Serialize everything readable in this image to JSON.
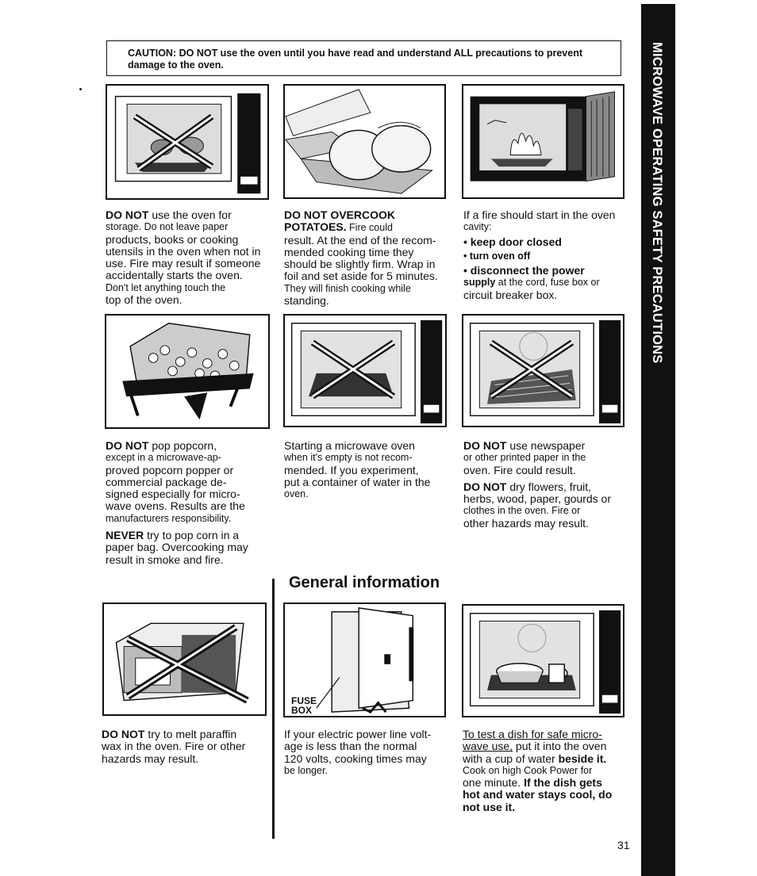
{
  "caution": {
    "label": "CAUTION:",
    "text": "DO NOT use the oven until you have read and understand ALL precautions to prevent damage to the oven."
  },
  "sidebar": {
    "title": "MICROWAVE OPERATING SAFETY PRECAUTIONS"
  },
  "figures": {
    "fig1": "storage-x",
    "fig2": "potatoes",
    "fig3": "fire-in-oven",
    "fig4": "popcorn-popper",
    "fig5": "empty-oven-x",
    "fig6": "newspaper-x",
    "fig7": "paraffin-x",
    "fig8": "fuse-box",
    "fig9": "dish-test"
  },
  "fig8_label": {
    "line1": "FUSE",
    "line2": "BOX"
  },
  "block1": {
    "lead": "DO NOT",
    "l1": " use the oven for",
    "l2": "storage. Do not leave paper",
    "l3": "products, books or cooking",
    "l4": "utensils in the oven when not in",
    "l5": "use. Fire may result if someone",
    "l6": "accidentally starts the oven.",
    "l7": "Don't let anything touch the",
    "l8": "top of the oven."
  },
  "block2": {
    "h1": "DO NOT OVERCOOK",
    "h2": "POTATOES.",
    "l1": " Fire could",
    "l2": "result. At the end of the recom-",
    "l3": "mended cooking time they",
    "l4": "should be slightly firm. Wrap in",
    "l5": "foil and set aside for 5 minutes.",
    "l6": "They will finish cooking while",
    "l7": "standing."
  },
  "block3": {
    "l1": "If a fire should start in the oven",
    "l2": "cavity:",
    "b1": "• keep door closed",
    "b2": "• turn oven off",
    "b3": "• disconnect the power",
    "b4": "supply",
    "l3": " at the cord, fuse box or",
    "l4": "circuit breaker box."
  },
  "block4": {
    "lead": "DO NOT",
    "l1": " pop popcorn,",
    "l2": "except in a microwave-ap-",
    "l3": "proved popcorn popper or",
    "l4": "commercial package de-",
    "l5": "signed especially for micro-",
    "l6": "wave ovens. Results are the",
    "l7": "manufacturers responsibility.",
    "lead2": "NEVER",
    "m1": " try to pop corn in a",
    "m2": "paper bag. Overcooking may",
    "m3": "result in smoke and fire."
  },
  "block5": {
    "l1": "Starting a microwave oven",
    "l2": "when it's empty is not recom-",
    "l3": "mended. If you experiment,",
    "l4": "put a container of water in the",
    "l5": "oven."
  },
  "block6": {
    "lead": "DO NOT",
    "l1": " use newspaper",
    "l2": "or other printed paper in the",
    "l3": "oven. Fire could result.",
    "lead2": "DO NOT",
    "m1": " dry flowers, fruit,",
    "m2": "herbs, wood, paper, gourds or",
    "m3": "clothes in the oven. Fire or",
    "m4": "other hazards may result."
  },
  "general_heading": "General information",
  "block7": {
    "lead": "DO NOT",
    "l1": " try to melt paraffin",
    "l2": "wax in the oven. Fire or other",
    "l3": "hazards may result."
  },
  "block8": {
    "l1": "If your electric power line volt-",
    "l2": "age is less than the normal",
    "l3": "120 volts, cooking times may",
    "l4": "be longer."
  },
  "block9": {
    "u1": "To test a dish for safe micro-",
    "u2": "wave use,",
    "l1": " put it into the oven",
    "l2a": "with a cup of water ",
    "l2b": "beside it.",
    "l3": "Cook on high Cook Power for",
    "l4a": "one minute. ",
    "l4b": "If the dish gets",
    "l5": "hot and water stays cool, do",
    "l6": "not use it."
  },
  "page_number": "31"
}
